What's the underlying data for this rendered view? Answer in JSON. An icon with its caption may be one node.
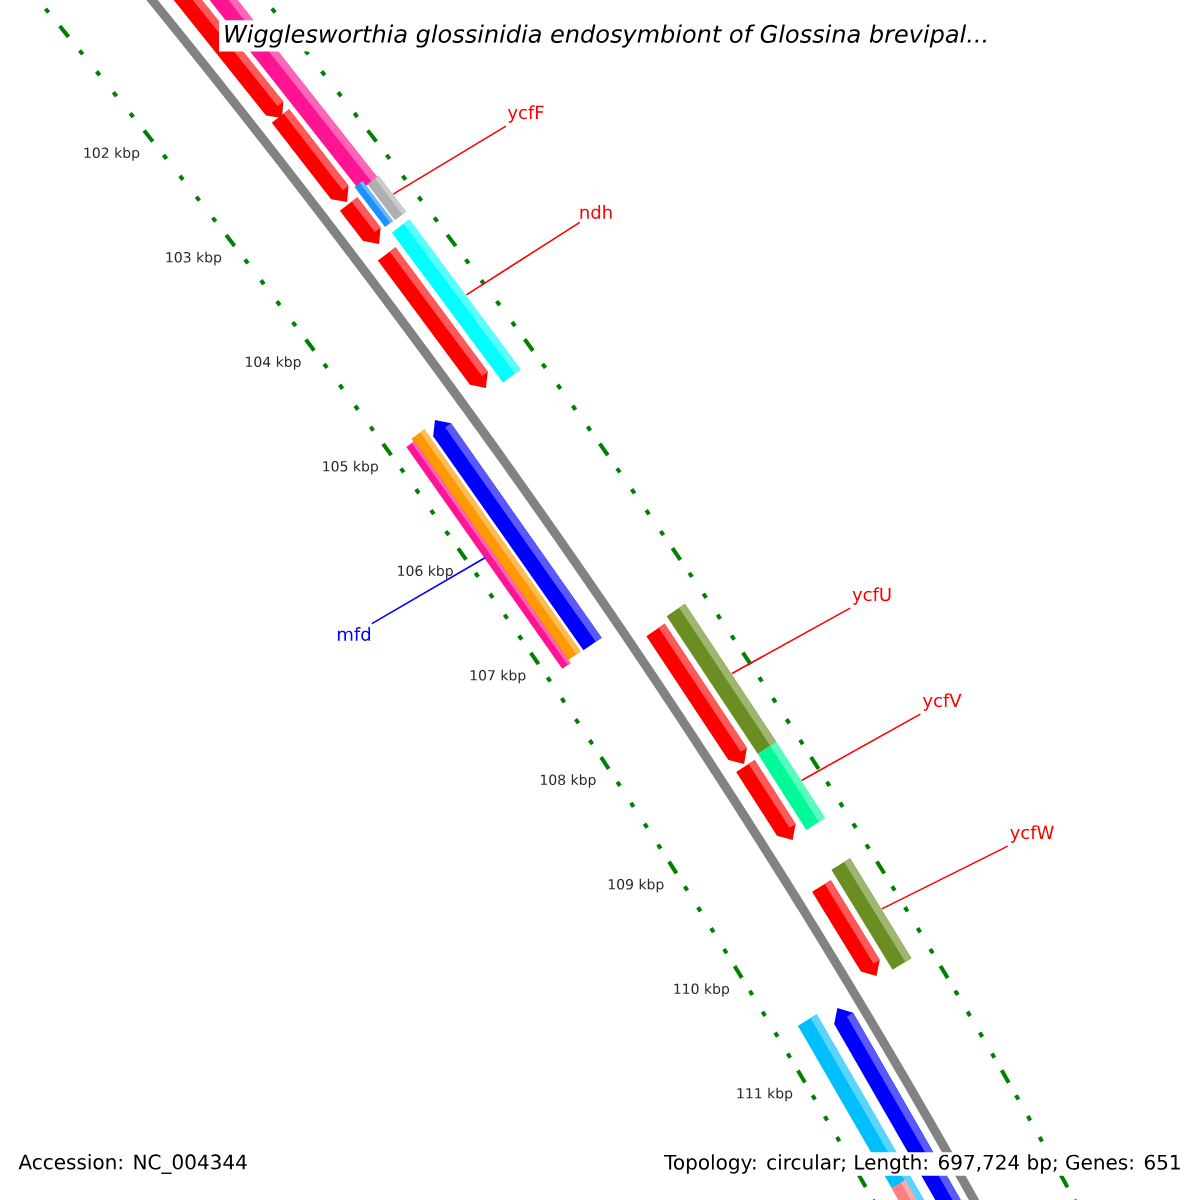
{
  "diagram": {
    "title": "Wigglesworthia glossinidia endosymbiont of Glossina brevipal...",
    "nodes": [
      {
        "text": [
          "ycfF"
        ]
      },
      {
        "text": [
          "ndh"
        ]
      },
      {
        "text": [
          "mfd"
        ]
      },
      {
        "text": [
          "ycfU"
        ]
      },
      {
        "text": [
          "ycfV"
        ]
      },
      {
        "text": [
          "ycfW"
        ]
      },
      {
        "text": [],
        "shape": "bar"
      },
      {
        "text": [],
        "shape": "bar"
      },
      {
        "text": [],
        "shape": "bar"
      },
      {
        "text": [],
        "shape": "bar"
      },
      {
        "text": [],
        "shape": "bar"
      },
      {
        "text": [],
        "shape": "bar"
      }
    ],
    "edges": [
      {
        "from": 0,
        "to": 6,
        "arrow": "none"
      },
      {
        "from": 1,
        "to": 7,
        "arrow": "none"
      },
      {
        "from": 2,
        "to": 8,
        "arrow": "none",
        "color": "#0000ff"
      },
      {
        "from": 3,
        "to": 9,
        "arrow": "none"
      },
      {
        "from": 4,
        "to": 10,
        "arrow": "none"
      },
      {
        "from": 5,
        "to": 11,
        "arrow": "none"
      }
    ],
    "labels": [
      "102 kbp",
      "103 kbp",
      "104 kbp",
      "105 kbp",
      "106 kbp",
      "107 kbp",
      "108 kbp",
      "109 kbp",
      "110 kbp",
      "111 kbp",
      "Accession: NC_004344",
      "Topology: circular; Length: 697,724 bp; Genes: 651"
    ]
  }
}
